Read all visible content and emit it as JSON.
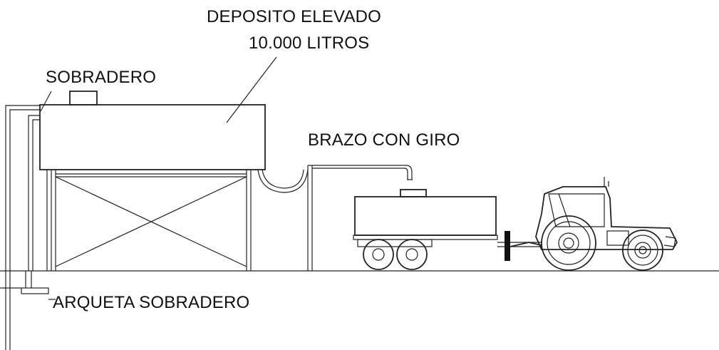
{
  "labels": {
    "deposito_line1": "DEPOSITO ELEVADO",
    "deposito_line2": "10.000 LITROS",
    "sobradero": "SOBRADERO",
    "brazo": "BRAZO CON GIRO",
    "arqueta": "ARQUETA SOBRADERO"
  },
  "colors": {
    "background": "#ffffff",
    "line": "#222222"
  }
}
